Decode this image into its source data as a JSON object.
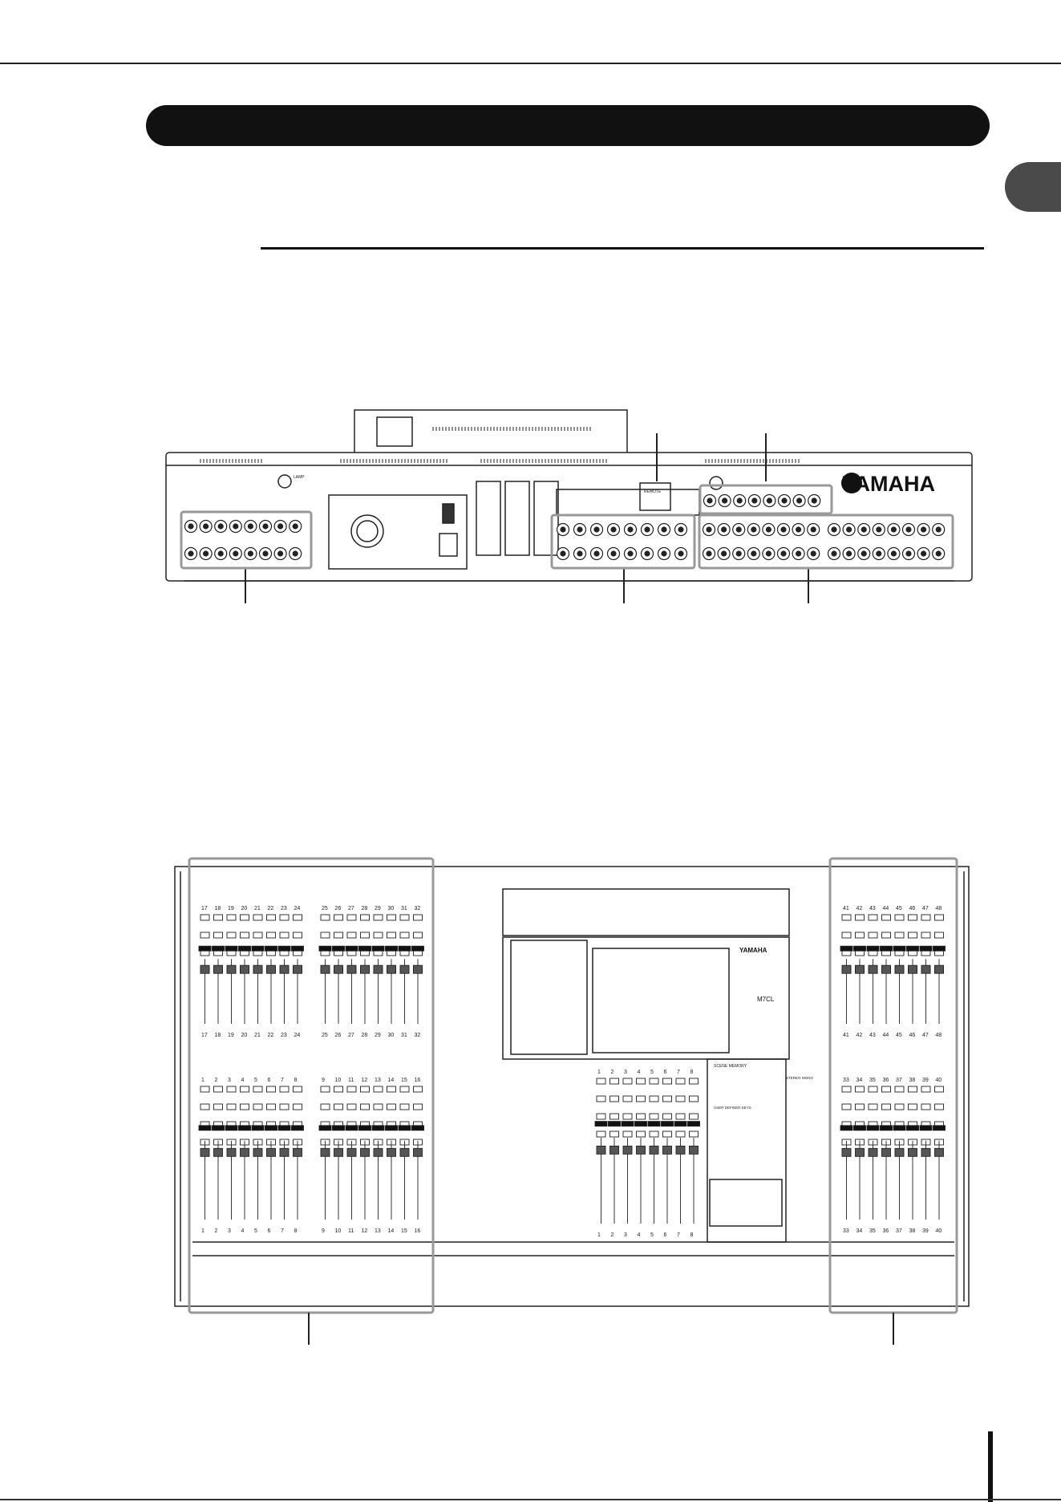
{
  "rear_panel": {
    "brand": "YAMAHA",
    "remote_label": "REMOTE",
    "lamp_label": "LAMP"
  },
  "top_panel": {
    "brand": "YAMAHA",
    "model": "M7CL",
    "scene_memory_label": "SCENE MEMORY",
    "user_keys_label": "USER DEFINED KEYS",
    "stereo_label": "STEREO",
    "mono_label": "MONO",
    "ch_top_left": [
      "17",
      "18",
      "19",
      "20",
      "21",
      "22",
      "23",
      "24"
    ],
    "ch_top_mid": [
      "25",
      "26",
      "27",
      "28",
      "29",
      "30",
      "31",
      "32"
    ],
    "ch_bot_left": [
      "1",
      "2",
      "3",
      "4",
      "5",
      "6",
      "7",
      "8"
    ],
    "ch_bot_mid": [
      "9",
      "10",
      "11",
      "12",
      "13",
      "14",
      "15",
      "16"
    ],
    "ch_top_right": [
      "41",
      "42",
      "43",
      "44",
      "45",
      "46",
      "47",
      "48"
    ],
    "ch_bot_right": [
      "33",
      "34",
      "35",
      "36",
      "37",
      "38",
      "39",
      "40"
    ],
    "centralogic": [
      "1",
      "2",
      "3",
      "4",
      "5",
      "6",
      "7",
      "8"
    ]
  }
}
